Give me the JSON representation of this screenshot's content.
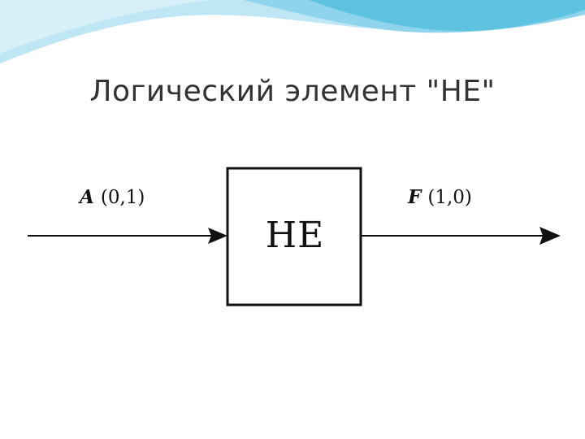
{
  "title": "Логический элемент \"НЕ\"",
  "diagram": {
    "input": {
      "variable": "A",
      "values": "(0,1)"
    },
    "gate": {
      "label": "НЕ"
    },
    "output": {
      "variable": "F",
      "values": "(1,0)"
    }
  },
  "colors": {
    "accent_light": "#bfe6f4",
    "accent_dark": "#5dc3e0",
    "line": "#111111",
    "title_text": "#333333"
  }
}
